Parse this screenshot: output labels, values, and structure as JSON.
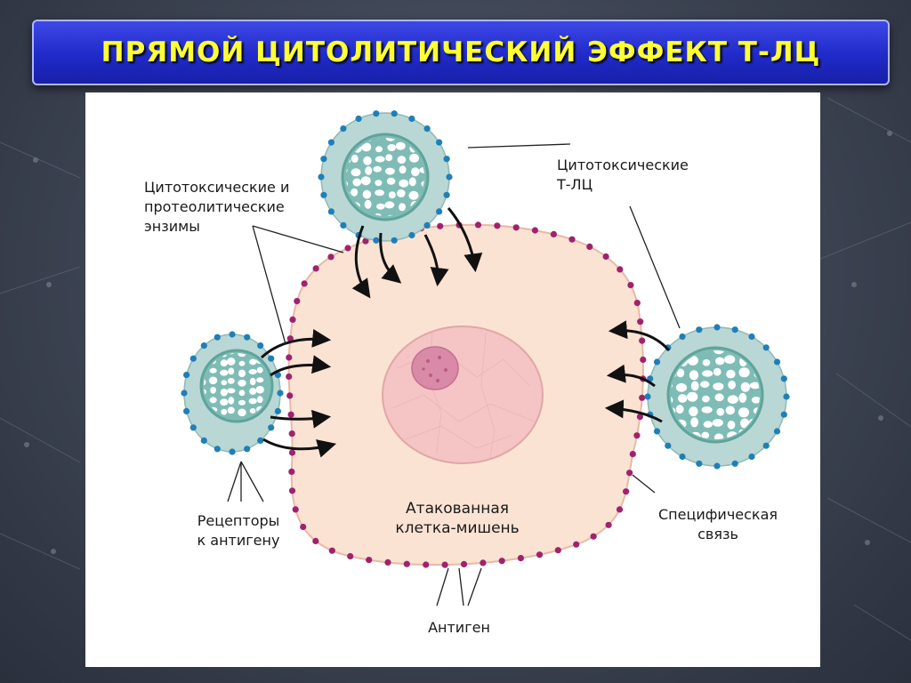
{
  "title": "ПРЯМОЙ ЦИТОЛИТИЧЕСКИЙ ЭФФЕКТ Т-ЛЦ",
  "labels": {
    "enzymes_line1": "Цитотоксические и",
    "enzymes_line2": "протеолитические",
    "enzymes_line3": "энзимы",
    "tcells_line1": "Цитотоксические",
    "tcells_line2": "Т-ЛЦ",
    "receptors_line1": "Рецепторы",
    "receptors_line2": "к антигену",
    "target_line1": "Атакованная",
    "target_line2": "клетка-мишень",
    "specific_line1": "Специфическая",
    "specific_line2": "связь",
    "antigen": "Антиген"
  },
  "colors": {
    "title_text": "#ffff33",
    "title_bg": "#1f2ac9",
    "target_cell": "#fbe3d3",
    "nucleus": "#f5c4c4",
    "nucleolus": "#d98aa6",
    "antigen_dots": "#a0226e",
    "tcell_fill": "#b9d7d4",
    "tcell_core": "#7fbcb5",
    "receptor_dots": "#1f7fb8"
  }
}
